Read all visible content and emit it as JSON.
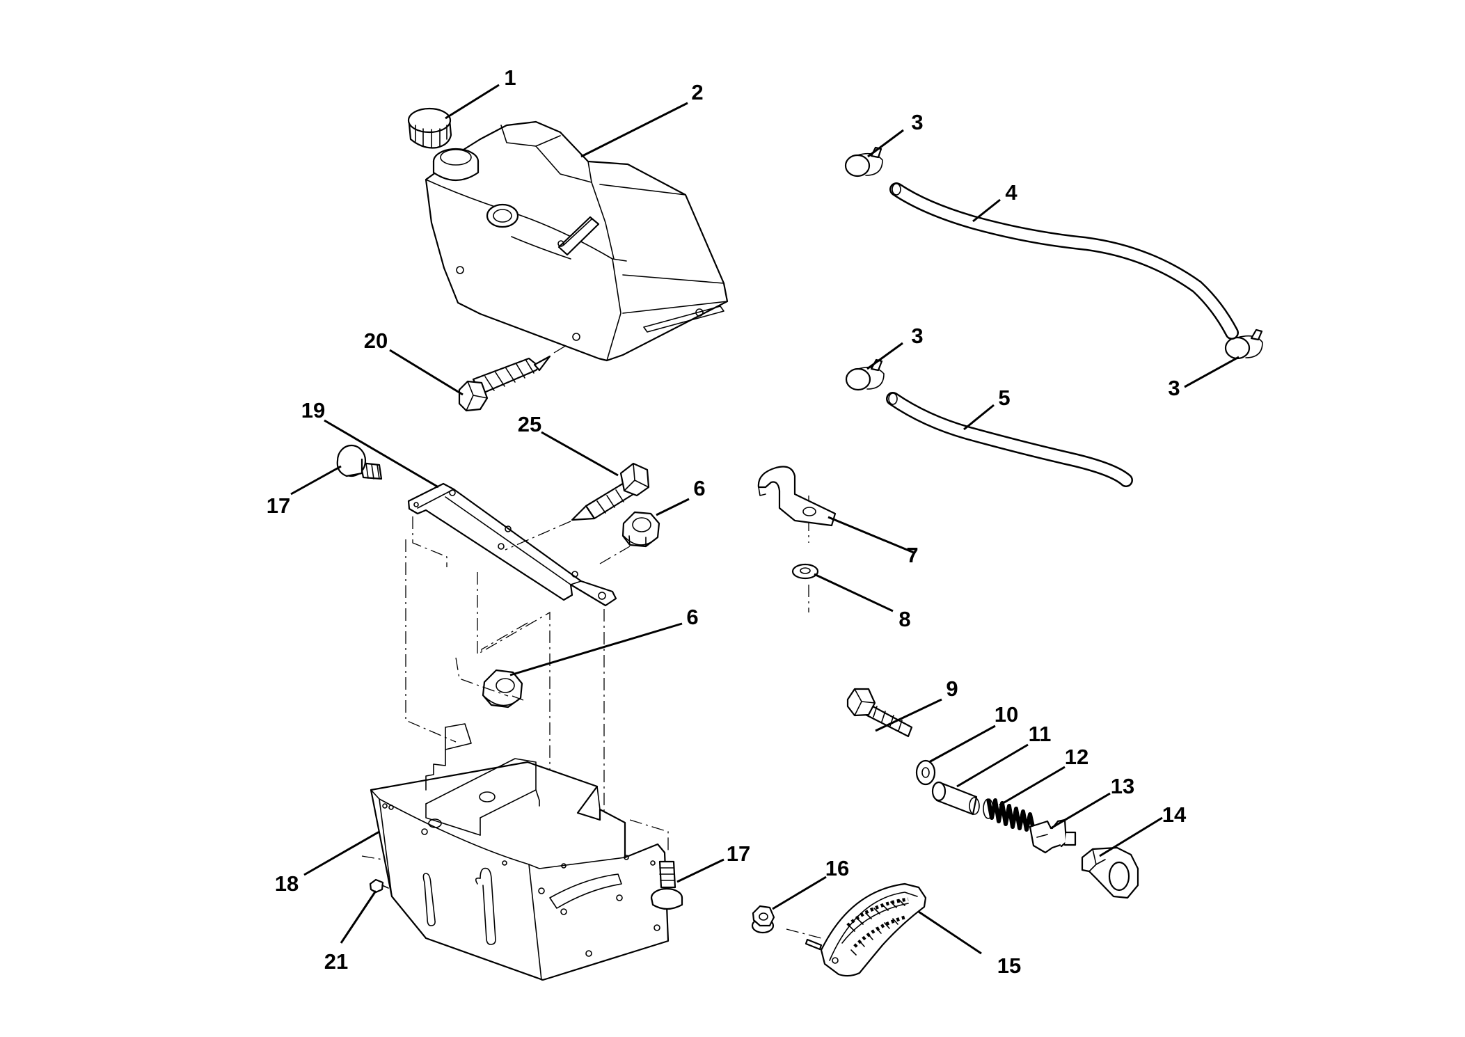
{
  "diagram": {
    "colors": {
      "line": "#000000",
      "background": "#ffffff"
    },
    "callouts": [
      {
        "id": "c1",
        "text": "1"
      },
      {
        "id": "c2",
        "text": "2"
      },
      {
        "id": "c3a",
        "text": "3"
      },
      {
        "id": "c3b",
        "text": "3"
      },
      {
        "id": "c3c",
        "text": "3"
      },
      {
        "id": "c4",
        "text": "4"
      },
      {
        "id": "c5",
        "text": "5"
      },
      {
        "id": "c6a",
        "text": "6"
      },
      {
        "id": "c6b",
        "text": "6"
      },
      {
        "id": "c7",
        "text": "7"
      },
      {
        "id": "c8",
        "text": "8"
      },
      {
        "id": "c9",
        "text": "9"
      },
      {
        "id": "c10",
        "text": "10"
      },
      {
        "id": "c11",
        "text": "11"
      },
      {
        "id": "c12",
        "text": "12"
      },
      {
        "id": "c13",
        "text": "13"
      },
      {
        "id": "c14",
        "text": "14"
      },
      {
        "id": "c15",
        "text": "15"
      },
      {
        "id": "c16",
        "text": "16"
      },
      {
        "id": "c17a",
        "text": "17"
      },
      {
        "id": "c17b",
        "text": "17"
      },
      {
        "id": "c18",
        "text": "18"
      },
      {
        "id": "c19",
        "text": "19"
      },
      {
        "id": "c20",
        "text": "20"
      },
      {
        "id": "c21",
        "text": "21"
      },
      {
        "id": "c25",
        "text": "25"
      }
    ]
  }
}
